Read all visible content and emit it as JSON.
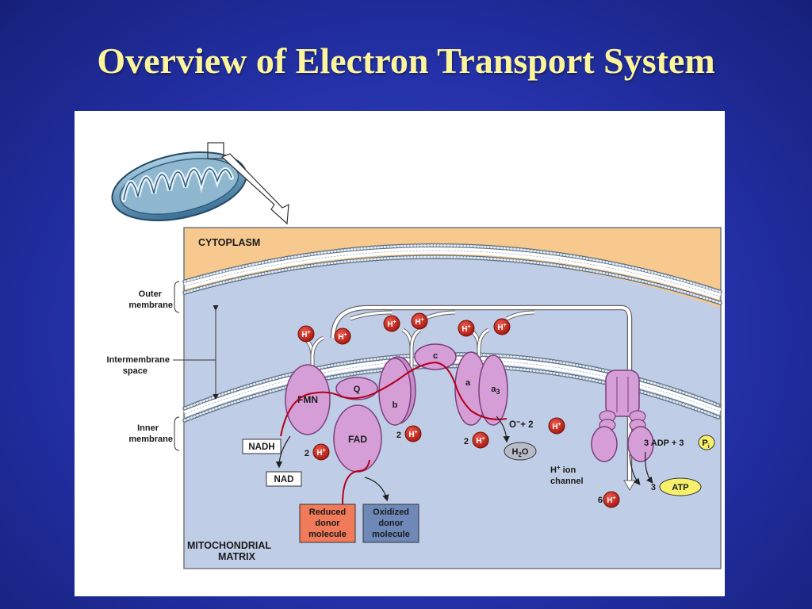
{
  "slide": {
    "title": "Overview of Electron Transport System"
  },
  "diagram": {
    "regions": {
      "cytoplasm": "CYTOPLASM",
      "matrix_line1": "MITOCHONDRIAL",
      "matrix_line2": "MATRIX"
    },
    "side_labels": {
      "outer_membrane_1": "Outer",
      "outer_membrane_2": "membrane",
      "intermembrane_1": "Intermembrane",
      "intermembrane_2": "space",
      "inner_membrane_1": "Inner",
      "inner_membrane_2": "membrane"
    },
    "complexes": {
      "fmn": "FMN",
      "q": "Q",
      "fad": "FAD",
      "b": "b",
      "c": "c",
      "a": "a",
      "a3": "a",
      "a3_sub": "3"
    },
    "hplus": {
      "h": "H",
      "plus": "+"
    },
    "molecules": {
      "nadh": "NADH",
      "nad": "NAD",
      "o_minus": "O",
      "o_minus_sup": "−",
      "plus_two": "+ 2",
      "two": "2",
      "h2o_h": "H",
      "h2o_sub": "2",
      "h2o_o": "O",
      "six": "6",
      "adp": "3 ADP + 3",
      "pi": "P",
      "pi_sub": "i",
      "three": "3",
      "atp": "ATP",
      "h_ion_channel_1": "H",
      "h_ion_channel_1b": " ion",
      "h_ion_channel_2": "channel"
    },
    "donors": {
      "reduced_1": "Reduced",
      "reduced_2": "donor",
      "reduced_3": "molecule",
      "oxidized_1": "Oxidized",
      "oxidized_2": "donor",
      "oxidized_3": "molecule"
    },
    "colors": {
      "cytoplasm": "#f7c98e",
      "matrix": "#c0cde6",
      "lipid_head": "#dde6ef",
      "protein": "#d69ed6",
      "protein_stroke": "#7a3f7a",
      "hplus": "#c8261e",
      "electron_path": "#b3001b",
      "reduced_box": "#f07a5a",
      "oxidized_box": "#6e88b8",
      "atp": "#f6f06a"
    }
  }
}
